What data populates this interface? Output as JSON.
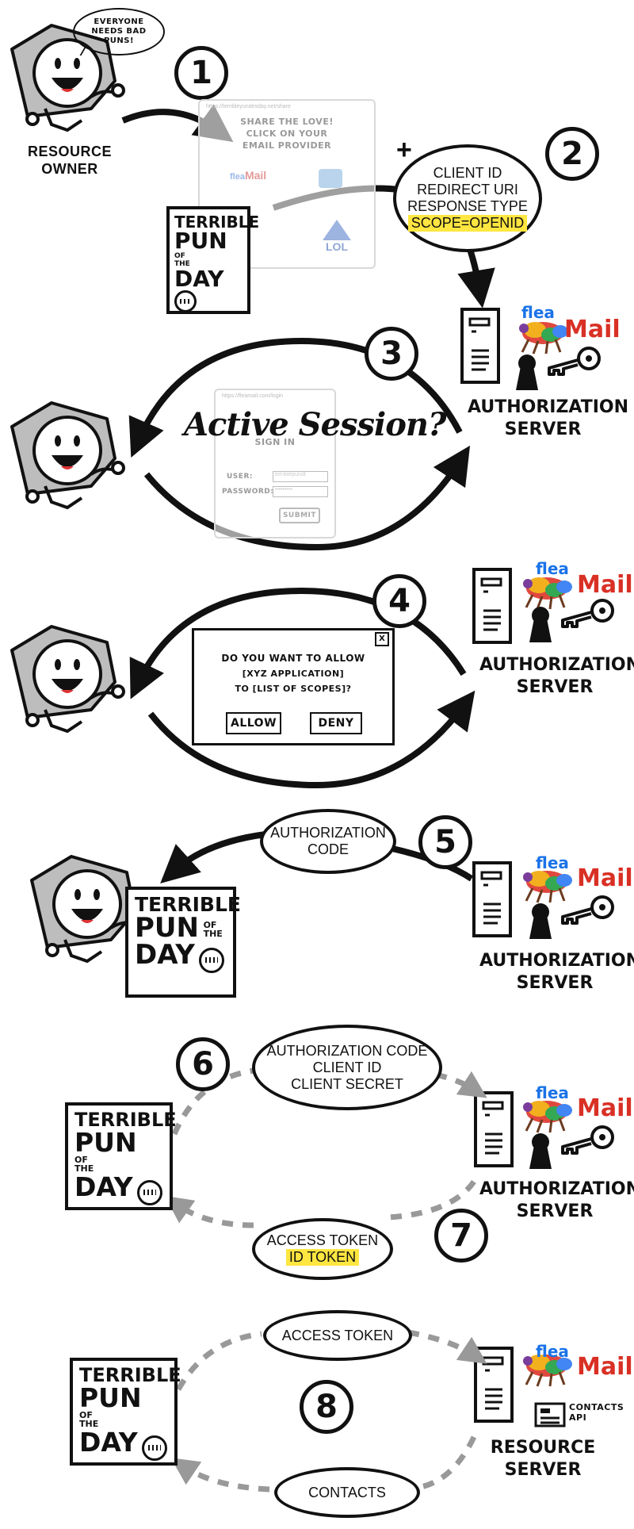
{
  "speech_bubble": "EVERYONE NEEDS BAD PUNS!",
  "resource_owner": "RESOURCE OWNER",
  "steps": [
    "1",
    "2",
    "3",
    "4",
    "5",
    "6",
    "7",
    "8"
  ],
  "share_page": {
    "url": "https://terribleyundesday.net/share",
    "text": "SHARE THE LOVE! CLICK ON YOUR EMAIL PROVIDER",
    "provider_flea": "flea",
    "provider_mail": "Mail",
    "provider_lol": "LOL"
  },
  "terrible_pun": {
    "line1": "TERRIBLE",
    "line2": "PUN",
    "of_the": "OF THE",
    "line3": "DAY"
  },
  "step2_bubble": {
    "plus": "+",
    "lines": [
      "CLIENT ID",
      "REDIRECT URI",
      "RESPONSE TYPE"
    ],
    "highlight": "SCOPE=OPENID"
  },
  "auth_server": {
    "label": "AUTHORIZATION SERVER",
    "brand_flea": "flea",
    "brand_mail": "Mail"
  },
  "login_page": {
    "url": "https://fleamail.com/login",
    "heading": "Active Session?",
    "sign_in": "SIGN IN",
    "user_label": "USER:",
    "password_label": "PASSWORD:",
    "user_value": "terriblepundt",
    "password_value": "•••••••••",
    "submit": "SUBMIT"
  },
  "consent_dialog": {
    "close": "X",
    "line1": "DO YOU WANT TO ALLOW",
    "line2": "[XYZ APPLICATION]",
    "line3": "TO [LIST OF SCOPES]?",
    "allow": "ALLOW",
    "deny": "DENY"
  },
  "step5_bubble": [
    "AUTHORIZATION",
    "CODE"
  ],
  "step6_bubble": [
    "AUTHORIZATION CODE",
    "CLIENT ID",
    "CLIENT SECRET"
  ],
  "step7_bubble": {
    "line1": "ACCESS TOKEN",
    "highlight": "ID TOKEN"
  },
  "step8_request": "ACCESS TOKEN",
  "step8_response": "CONTACTS",
  "resource_server": {
    "label": "RESOURCE SERVER",
    "api_label": "CONTACTS API"
  },
  "colors": {
    "highlight": "#ffe640",
    "ink": "#111111",
    "flea_blue": "#1a73e8",
    "mail_red": "#d93025",
    "dashed_gray": "#999999"
  }
}
